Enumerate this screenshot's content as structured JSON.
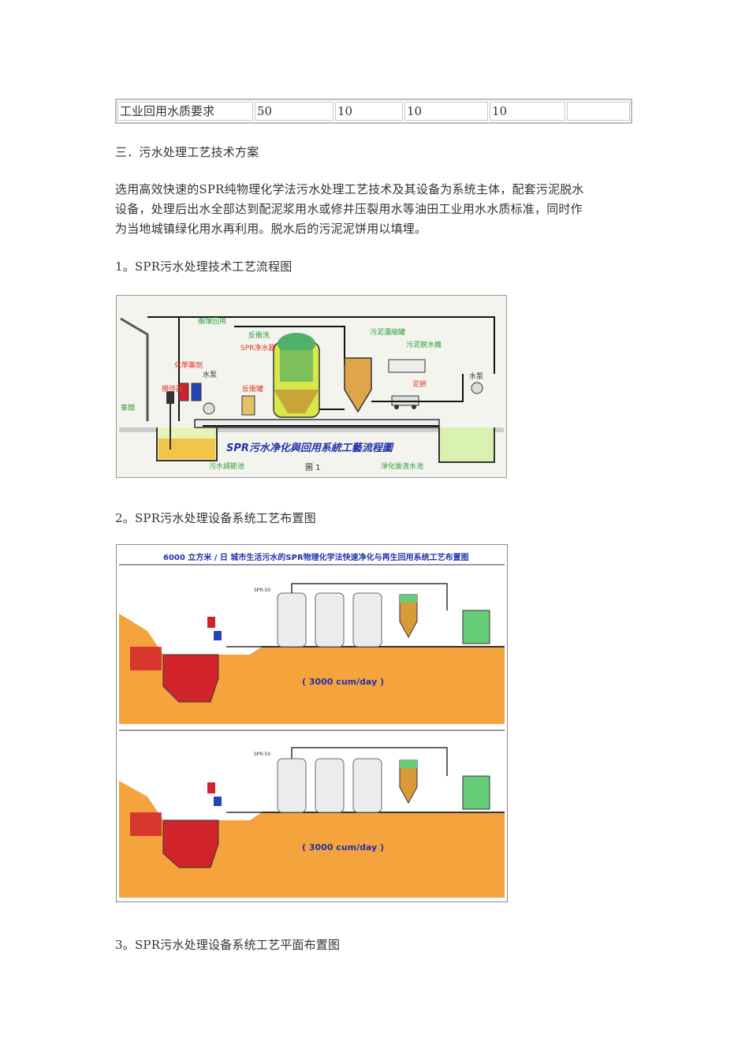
{
  "table": {
    "row": [
      "工业回用水质要求",
      "50",
      "10",
      "10",
      "10",
      ""
    ]
  },
  "section_heading": "三．污水处理工艺技术方案",
  "paragraph": [
    "选用高效快速的SPR纯物理化学法污水处理工艺技术及其设备为系统主体，配套污泥脱水",
    "设备，处理后出水全部达到配泥浆用水或修井压裂用水等油田工业用水水质标准，同时作",
    "为当地城镇绿化用水再利用。脱水后的污泥泥饼用以填埋。"
  ],
  "caption1": "1。SPR污水处理技术工艺流程图",
  "caption2": "2。SPR污水处理设备系统工艺布置图",
  "caption3": "3。SPR污水处理设备系统工艺平面布置图",
  "figure1": {
    "title": "SPR污水净化與回用系統工藝流程圖",
    "fig_no": "圖 1",
    "labels": {
      "recycle": "循環回用",
      "backwash": "反衝洗",
      "spr": "SPR净水器",
      "chem": "化學藥劑",
      "pump1": "水泵",
      "mixer": "攪拌器",
      "backwash_tank": "反衝罐",
      "thickener": "污泥濃縮罐",
      "dewater": "污泥脱水機",
      "cake": "泥餅",
      "pump2": "水泵",
      "gate": "車間",
      "raw_pool": "污水調節池",
      "clean_pool": "淨化後清水池"
    }
  },
  "figure2": {
    "title": "6000 立方米 / 日  城市生活污水的SPR物理化学法快速净化与再生回用系统工艺布置图",
    "units": [
      {
        "capacity": "( 3000 cum/day )",
        "unit_label": "SPR-50"
      },
      {
        "capacity": "( 3000 cum/day )",
        "unit_label": "SPR-50"
      }
    ]
  },
  "colors": {
    "soil": "#f5a33c",
    "sewage": "#d1242a",
    "sludge": "#d89a3a",
    "clean_water": "#66cc77",
    "pool_green": "#d9f2b0",
    "title_blue": "#2233aa",
    "label_red": "#e0362b",
    "label_green": "#2a9d3a"
  }
}
